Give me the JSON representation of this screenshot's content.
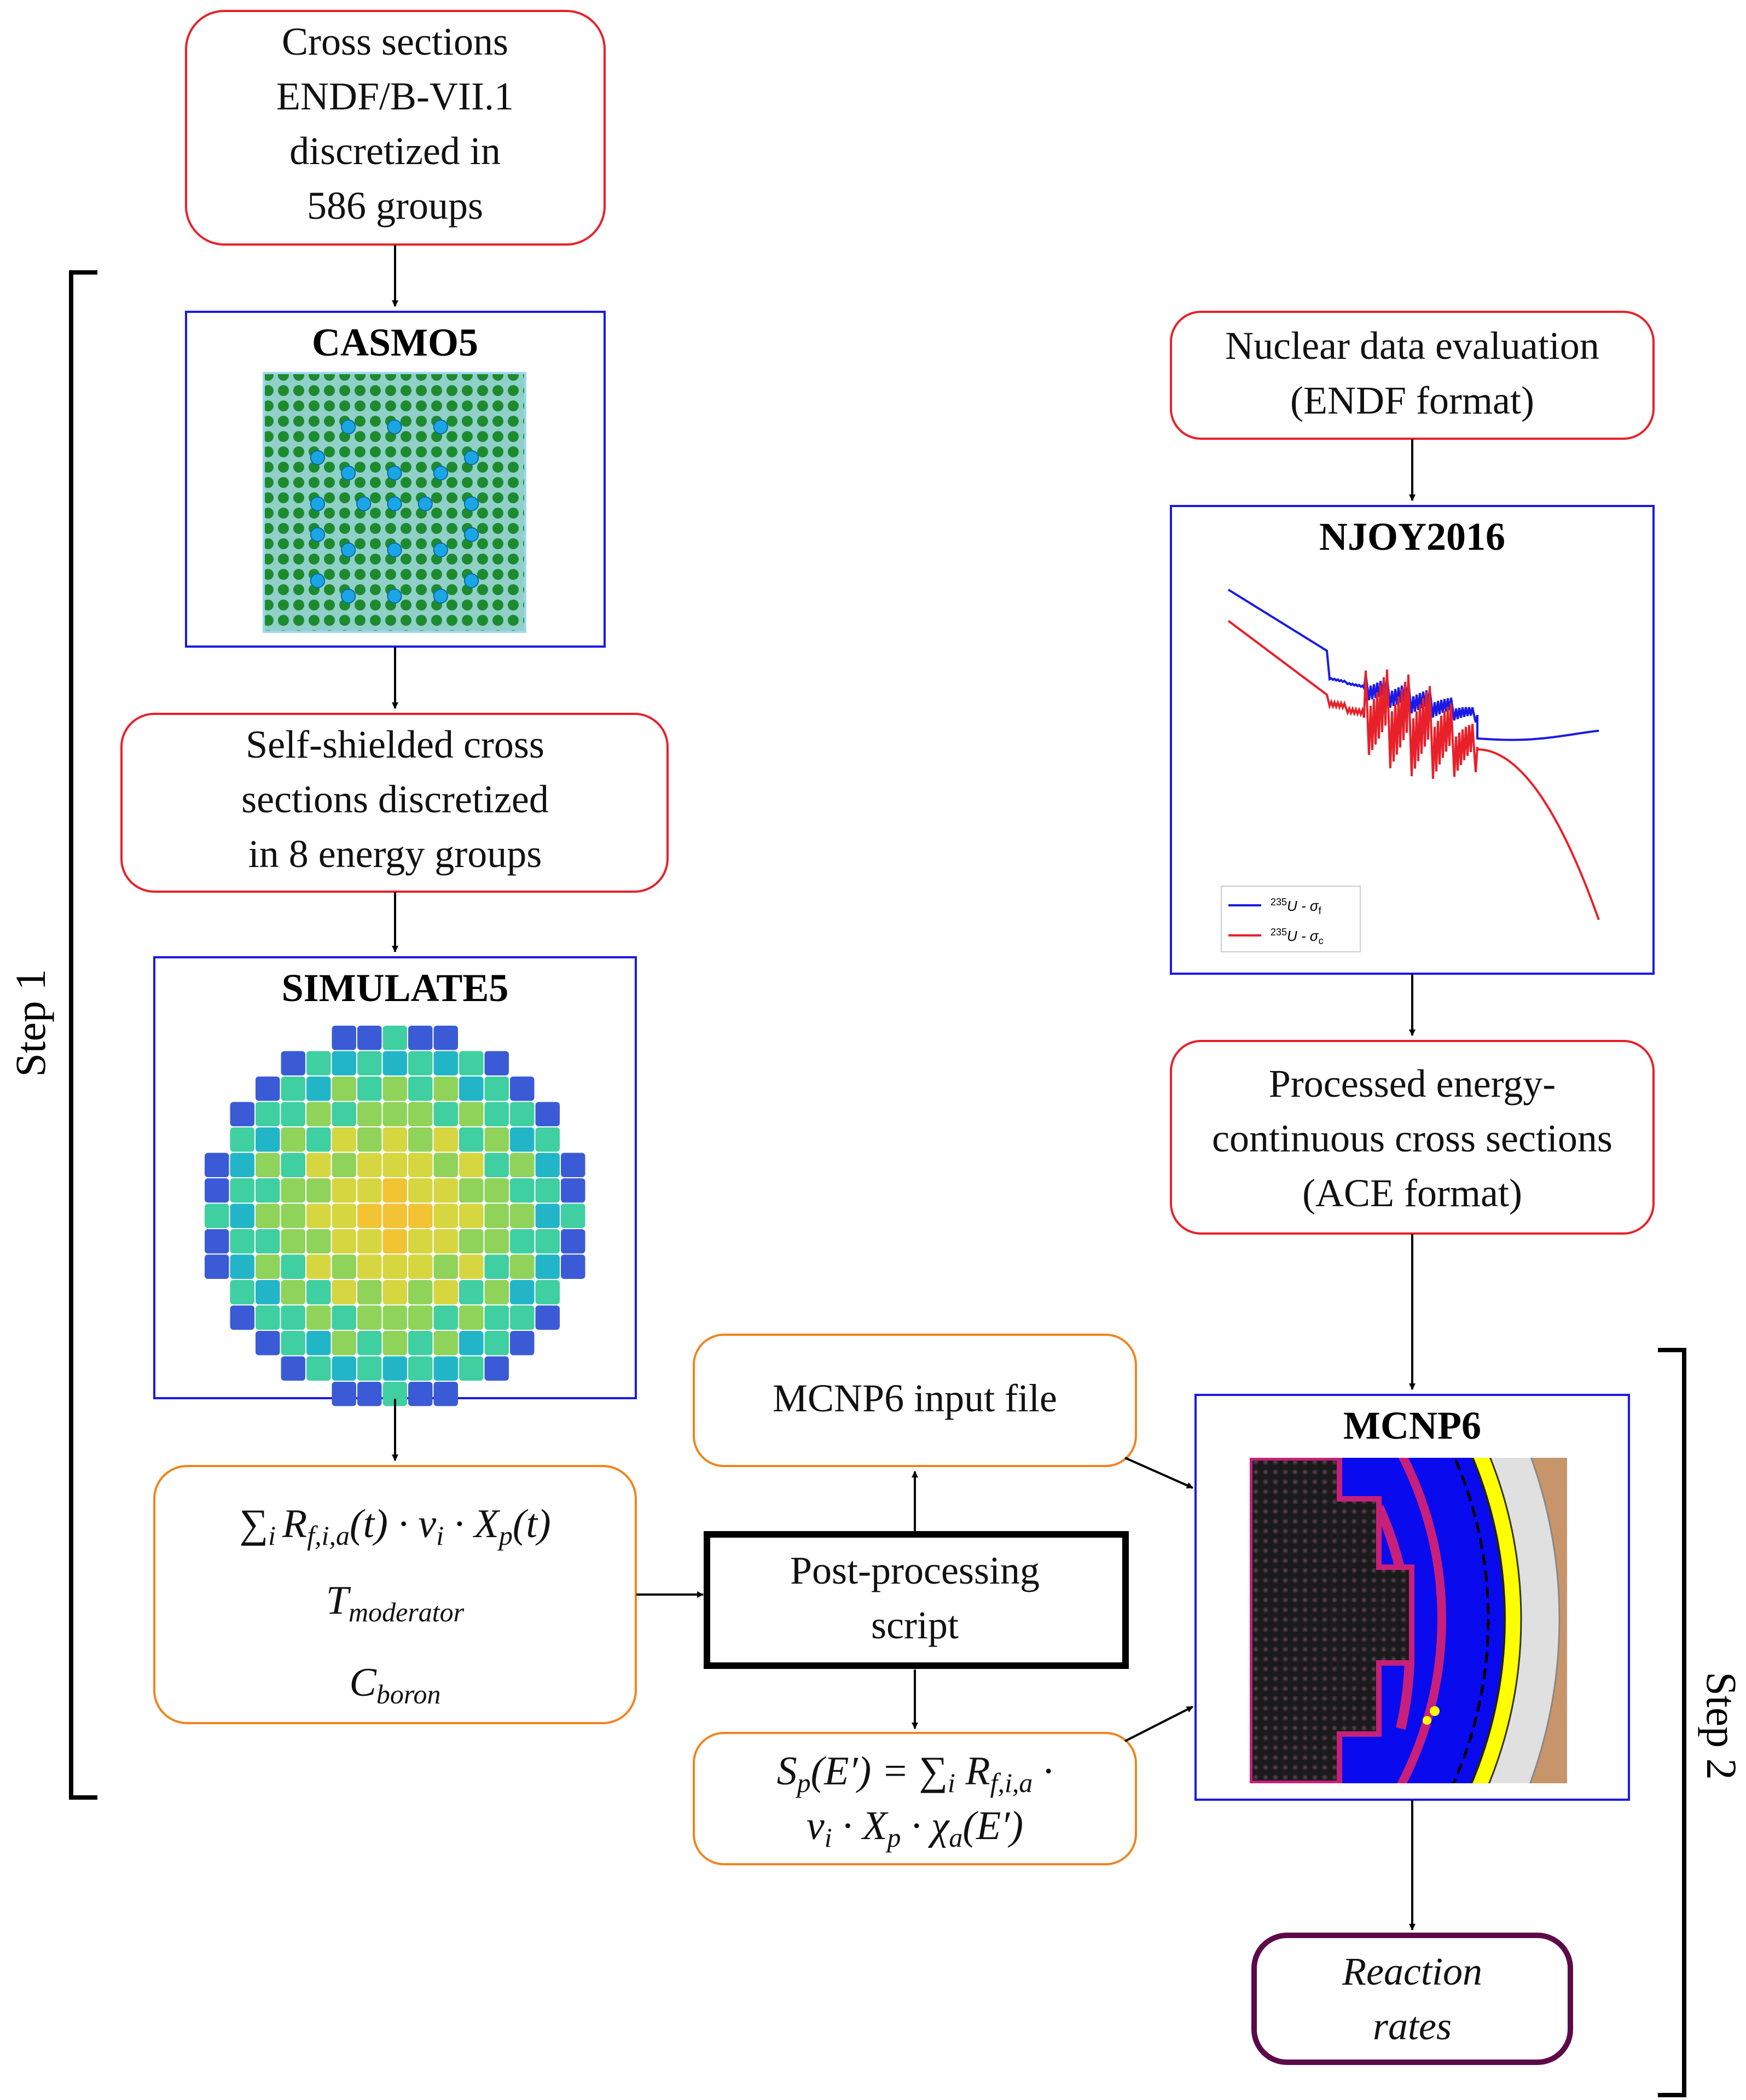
{
  "colors": {
    "red_box": "#e8202a",
    "orange_box": "#f0841e",
    "blue_box": "#1a1ae6",
    "black_box": "#000000",
    "purple_box": "#5c0a4a",
    "arrow": "#000000"
  },
  "nodes": {
    "cross_sections": {
      "lines": [
        "Cross sections",
        "ENDF/B-VII.1",
        "discretized in",
        "586 groups"
      ]
    },
    "casmo5": {
      "title": "CASMO5"
    },
    "self_shielded": {
      "lines": [
        "Self-shielded cross",
        "sections discretized",
        "in 8 energy groups"
      ]
    },
    "simulate5": {
      "title": "SIMULATE5"
    },
    "core_outputs": {
      "line1": {
        "sum": "∑",
        "sum_sub": "i",
        "R": "R",
        "R_sub": "f,i,a",
        "rest": "(t) · ν",
        "nu_sub": "i",
        "X": " · X",
        "X_sub": "p",
        "end": "(t)"
      },
      "line2": {
        "T": "T",
        "T_sub": "moderator"
      },
      "line3": {
        "C": "C",
        "C_sub": "boron"
      }
    },
    "nuclear_data": {
      "lines": [
        "Nuclear data evaluation",
        "(ENDF format)"
      ]
    },
    "njoy": {
      "title": "NJOY2016",
      "legend": [
        {
          "label_sup": "235",
          "label_main": "U - σ",
          "label_sub": "f",
          "color": "#1a1ae6"
        },
        {
          "label_sup": "235",
          "label_main": "U - σ",
          "label_sub": "c",
          "color": "#e8202a"
        }
      ]
    },
    "processed": {
      "lines": [
        "Processed energy-",
        "continuous cross sections",
        "(ACE format)"
      ]
    },
    "mcnp_input": {
      "lines": [
        "MCNP6 input file"
      ]
    },
    "post_processing": {
      "lines": [
        "Post-processing",
        "script"
      ]
    },
    "source_term": {
      "line1": {
        "S": "S",
        "S_sub": "p",
        "arg": "(E′) = ∑",
        "sum_sub": "i",
        "R": " R",
        "R_sub": "f,i,a",
        "end": " ·"
      },
      "line2": {
        "nu": "ν",
        "nu_sub": "i",
        "X": " · X",
        "X_sub": "p",
        "chi": " · χ",
        "chi_sub": "a",
        "end": "(E′)"
      }
    },
    "mcnp6": {
      "title": "MCNP6"
    },
    "reaction_rates": {
      "lines": [
        "Reaction",
        "rates"
      ]
    }
  },
  "steps": {
    "step1": "Step 1",
    "step2": "Step 2"
  }
}
